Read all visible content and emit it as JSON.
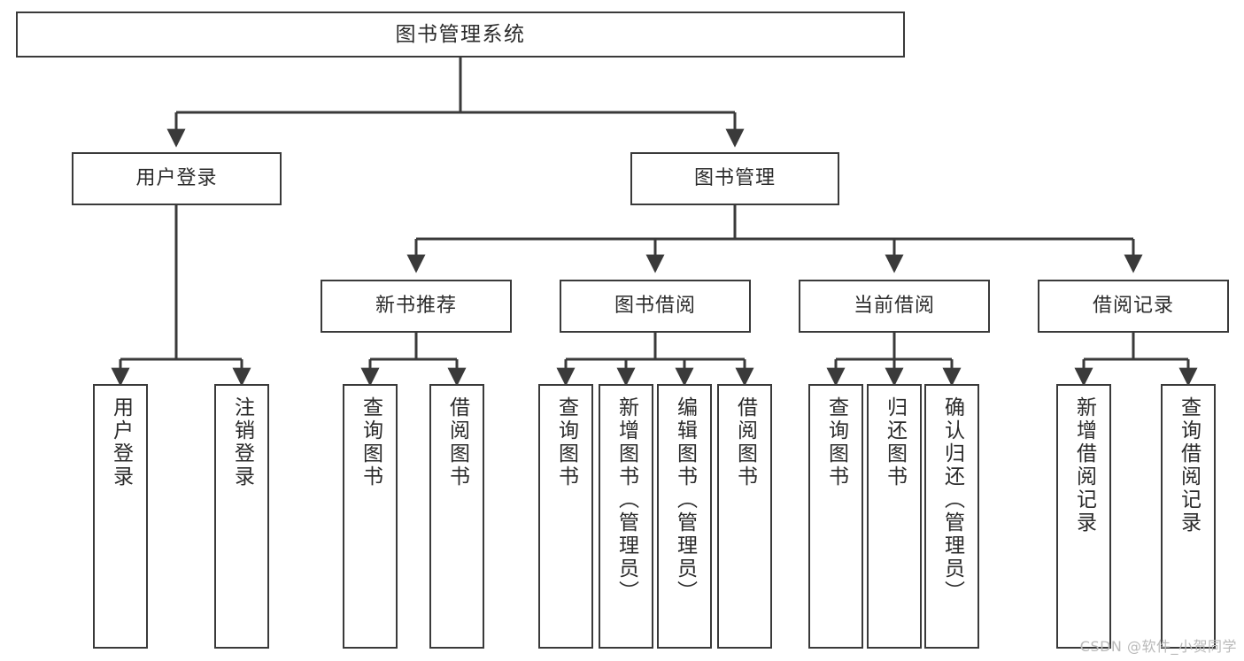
{
  "diagram": {
    "type": "tree",
    "orientation": "top-down",
    "style": {
      "box_stroke": "#3a3a3a",
      "box_fill": "#ffffff",
      "edge_stroke": "#3a3a3a",
      "text_color": "#2b2b2b",
      "background": "#ffffff",
      "watermark_color": "#b9b9b9"
    },
    "root": {
      "id": "root",
      "label": "图书管理系统"
    },
    "level2": [
      {
        "id": "user-login",
        "label": "用户登录"
      },
      {
        "id": "book-manage",
        "label": "图书管理"
      }
    ],
    "level3": [
      {
        "id": "new-book-rec",
        "label": "新书推荐",
        "parent": "book-manage"
      },
      {
        "id": "book-borrow",
        "label": "图书借阅",
        "parent": "book-manage"
      },
      {
        "id": "current-borrow",
        "label": "当前借阅",
        "parent": "book-manage"
      },
      {
        "id": "borrow-record",
        "label": "借阅记录",
        "parent": "book-manage"
      }
    ],
    "leaves": [
      {
        "id": "leaf-user-login",
        "label": "用户登录",
        "parent": "user-login"
      },
      {
        "id": "leaf-user-logout",
        "label": "注销登录",
        "parent": "user-login"
      },
      {
        "id": "leaf-rec-query",
        "label": "查询图书",
        "parent": "new-book-rec"
      },
      {
        "id": "leaf-rec-borrow",
        "label": "借阅图书",
        "parent": "new-book-rec"
      },
      {
        "id": "leaf-borrow-query",
        "label": "查询图书",
        "parent": "book-borrow"
      },
      {
        "id": "leaf-borrow-add",
        "label": "新增图书（管理员）",
        "parent": "book-borrow"
      },
      {
        "id": "leaf-borrow-edit",
        "label": "编辑图书（管理员）",
        "parent": "book-borrow"
      },
      {
        "id": "leaf-borrow-lend",
        "label": "借阅图书",
        "parent": "book-borrow"
      },
      {
        "id": "leaf-cur-query",
        "label": "查询图书",
        "parent": "current-borrow"
      },
      {
        "id": "leaf-cur-return",
        "label": "归还图书",
        "parent": "current-borrow"
      },
      {
        "id": "leaf-cur-confirm",
        "label": "确认归还（管理员）",
        "parent": "current-borrow"
      },
      {
        "id": "leaf-rec-add",
        "label": "新增借阅记录",
        "parent": "borrow-record"
      },
      {
        "id": "leaf-rec-query2",
        "label": "查询借阅记录",
        "parent": "borrow-record"
      }
    ]
  },
  "watermark": {
    "text": "CSDN @软件_小贺同学"
  }
}
